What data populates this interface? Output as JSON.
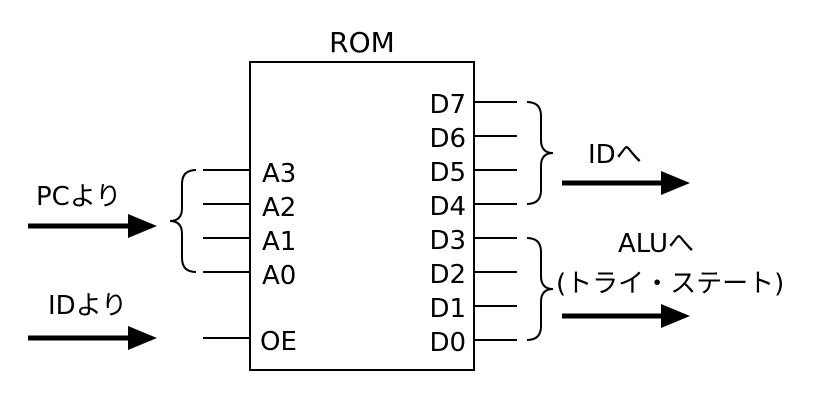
{
  "rom": {
    "title": "ROM",
    "inputs": [
      "A3",
      "A2",
      "A1",
      "A0"
    ],
    "enable": "OE",
    "outputs": [
      "D7",
      "D6",
      "D5",
      "D4",
      "D3",
      "D2",
      "D1",
      "D0"
    ]
  },
  "annotations": {
    "from_pc": "PCより",
    "from_id": "IDより",
    "to_id": "IDへ",
    "to_alu": "ALUへ",
    "to_alu_note": "(トライ・ステート)"
  }
}
